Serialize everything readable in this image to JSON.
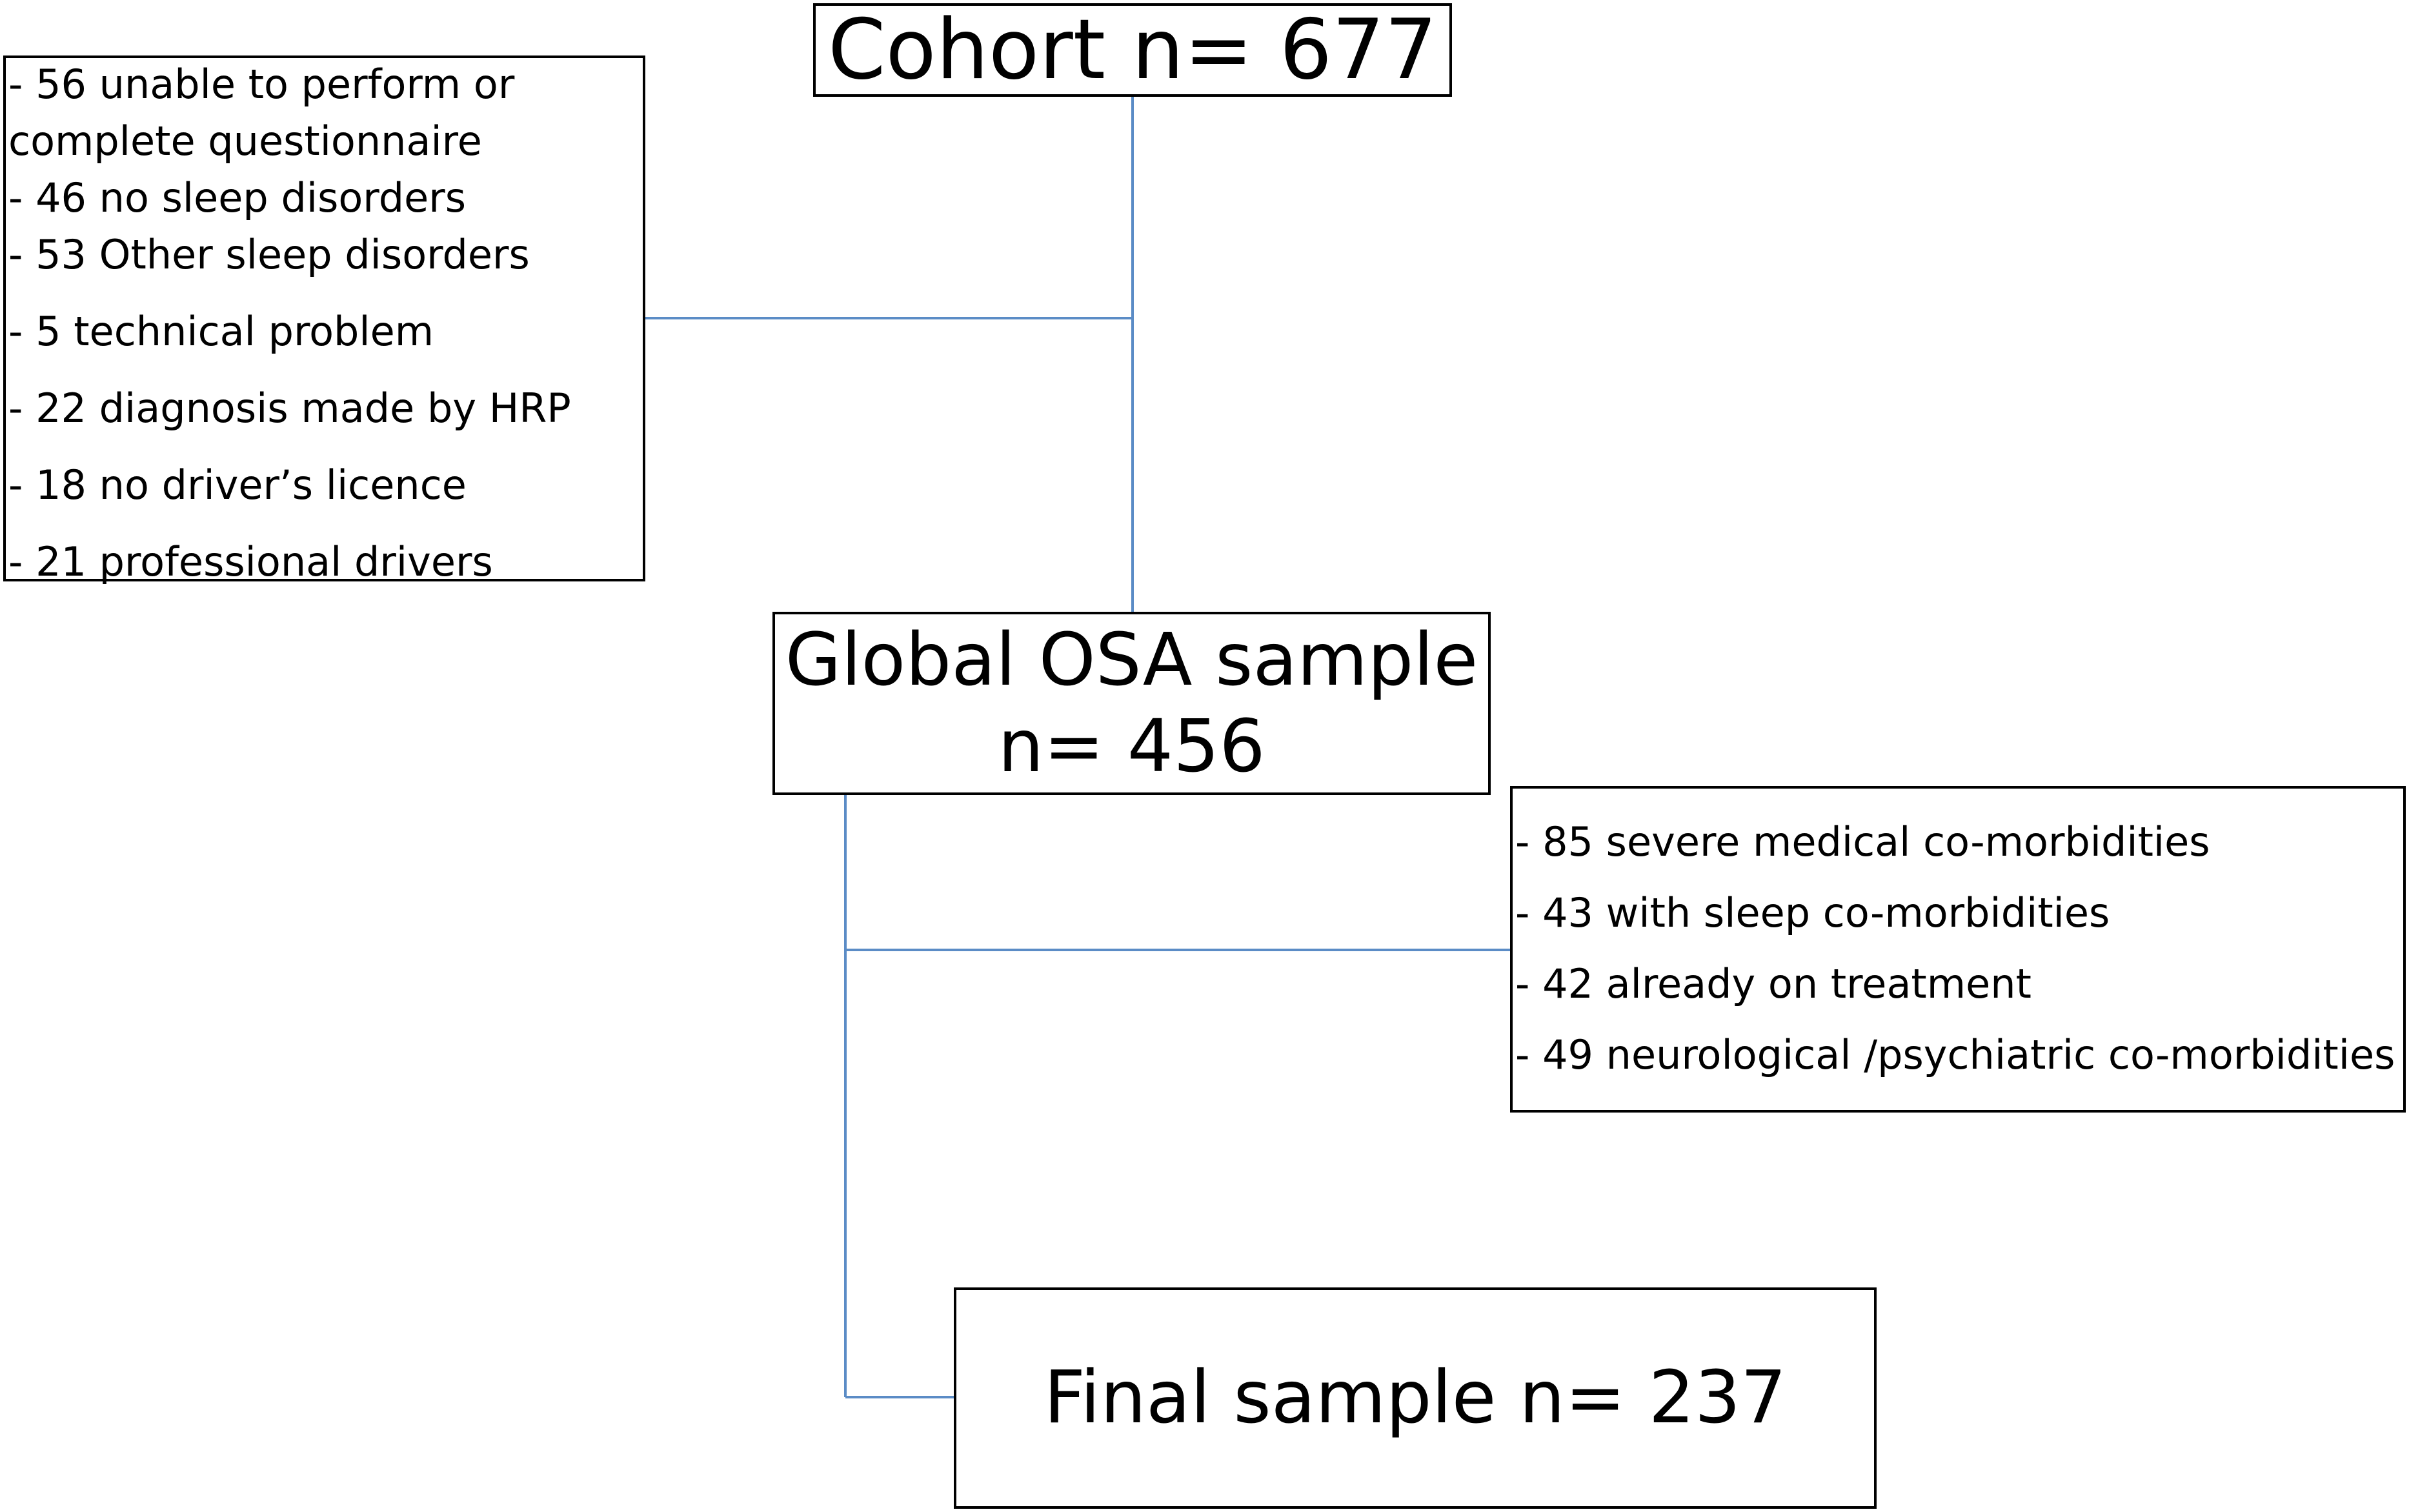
{
  "cohort": {
    "text": "Cohort n= 677"
  },
  "exclusions_first": {
    "items": [
      "- 56 unable to perform or",
      "complete questionnaire",
      "- 46 no sleep disorders",
      "- 53 Other sleep disorders",
      "- 5 technical problem",
      "- 22 diagnosis made by HRP",
      "- 18 no driver’s licence",
      "- 21 professional drivers"
    ]
  },
  "global_osa": {
    "line1": "Global OSA sample",
    "line2": "n= 456"
  },
  "exclusions_second": {
    "items": [
      "- 85 severe medical co-morbidities",
      "- 43 with sleep co-morbidities",
      "- 42 already on treatment",
      "- 49 neurological /psychiatric co-morbidities"
    ]
  },
  "final": {
    "text": "Final sample n= 237"
  },
  "colors": {
    "connector": "#5b8cc6",
    "border": "#000000"
  }
}
